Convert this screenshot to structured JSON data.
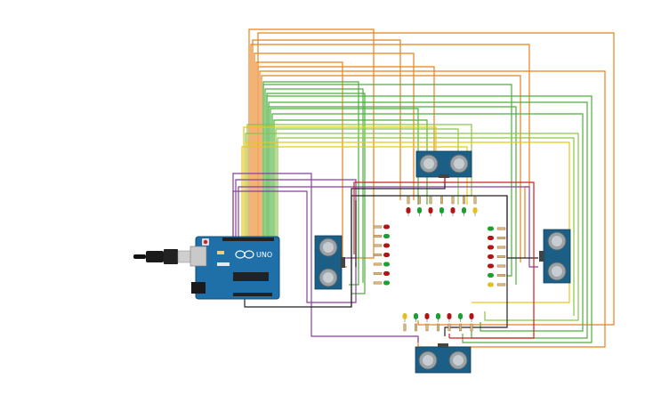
{
  "colors": {
    "background": "#ffffff",
    "wire_orange": "#e8801a",
    "wire_green": "#4caf3c",
    "wire_lightgreen": "#8bc34a",
    "wire_yellow": "#e6c619",
    "wire_purple": "#8a3fa0",
    "wire_black": "#222222",
    "wire_red": "#cc2222",
    "board_blue": "#1f6fa8",
    "sensor_blue": "#1b5f86",
    "led_red": "#b01515",
    "led_green": "#18a030",
    "resistor": "#d9b57a"
  },
  "arduino": {
    "logo_text": "UNO"
  },
  "sensors": [
    {
      "id": "top",
      "orientation": "horizontal"
    },
    {
      "id": "left",
      "orientation": "vertical"
    },
    {
      "id": "right",
      "orientation": "vertical"
    },
    {
      "id": "bottom",
      "orientation": "horizontal"
    }
  ],
  "led_groups": {
    "top": [
      "red",
      "green",
      "red",
      "green",
      "red",
      "green",
      "yellow"
    ],
    "left": [
      "red",
      "green",
      "red",
      "red",
      "green",
      "red",
      "green"
    ],
    "right": [
      "green",
      "red",
      "red",
      "red",
      "red",
      "green",
      "yellow"
    ],
    "bottom": [
      "yellow",
      "green",
      "red",
      "green",
      "red",
      "green",
      "red"
    ]
  }
}
